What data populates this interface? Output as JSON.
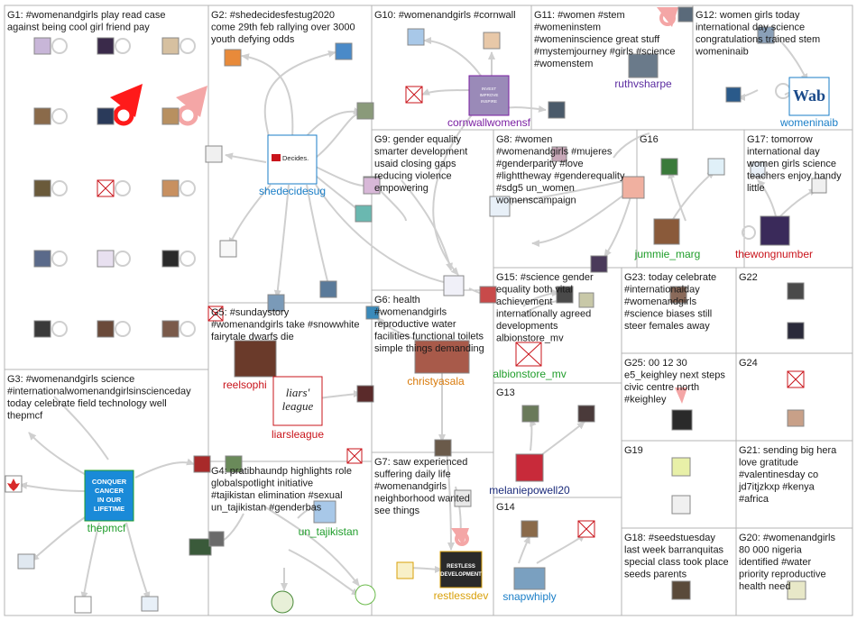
{
  "groups": [
    {
      "id": "G1",
      "lines": [
        "G1: #womenandgirls play read case",
        "against being cool girl friend pay"
      ]
    },
    {
      "id": "G2",
      "lines": [
        "G2: #shedecidesfestug2020",
        "come 29th feb rallying over 3000",
        "youth defying odds"
      ]
    },
    {
      "id": "G10",
      "lines": [
        "G10: #womenandgirls #cornwall"
      ]
    },
    {
      "id": "G11",
      "lines": [
        "G11: #women #stem",
        "#womeninstem",
        "#womeninscience great stuff",
        "#mystemjourney #girls #science",
        "#womenstem"
      ]
    },
    {
      "id": "G12",
      "lines": [
        "G12: women girls today",
        "international day science",
        "congratulations trained stem",
        "womeninaib"
      ]
    },
    {
      "id": "G9",
      "lines": [
        "G9: gender equality",
        "smarter development",
        "usaid closing gaps",
        "reducing violence",
        "empowering"
      ]
    },
    {
      "id": "G8",
      "lines": [
        "G8: #women",
        "#womenandgirls #mujeres",
        "#genderparity #love",
        "#lighttheway #genderequality",
        "#sdg5 un_women",
        "womenscampaign"
      ]
    },
    {
      "id": "G16",
      "lines": [
        "G16"
      ]
    },
    {
      "id": "G17",
      "lines": [
        "G17: tomorrow",
        "international day",
        "women girls science",
        "teachers enjoy handy",
        "little"
      ]
    },
    {
      "id": "G5",
      "lines": [
        "G5: #sundaystory",
        "#womenandgirls take #snowwhite",
        "fairytale dwarfs die"
      ]
    },
    {
      "id": "G6",
      "lines": [
        "G6: health",
        "#womenandgirls",
        "reproductive water",
        "facilities functional toilets",
        "simple things demanding"
      ]
    },
    {
      "id": "G15",
      "lines": [
        "G15: #science gender",
        "equality both vital",
        "achievement",
        "internationally agreed",
        "developments",
        "albionstore_mv"
      ]
    },
    {
      "id": "G23",
      "lines": [
        "G23: today celebrate",
        "#internationalday",
        "#womenandgirls",
        "#science biases still",
        "steer females away"
      ]
    },
    {
      "id": "G22",
      "lines": [
        "G22"
      ]
    },
    {
      "id": "G3",
      "lines": [
        "G3: #womenandgirls science",
        "#internationalwomenandgirlsinscienceday",
        "today celebrate field technology well",
        "thepmcf"
      ]
    },
    {
      "id": "G13",
      "lines": [
        "G13"
      ]
    },
    {
      "id": "G25",
      "lines": [
        "G25: 00 12 30",
        "e5_keighley next steps",
        "civic centre north",
        "#keighley"
      ]
    },
    {
      "id": "G24",
      "lines": [
        "G24"
      ]
    },
    {
      "id": "G4",
      "lines": [
        "G4: pratibhaundp highlights role",
        "globalspotlight initiative",
        "#tajikistan elimination #sexual",
        "un_tajikistan #genderbas"
      ]
    },
    {
      "id": "G7",
      "lines": [
        "G7: saw experienced",
        "suffering daily life",
        "#womenandgirls",
        "neighborhood wanted",
        "see things"
      ]
    },
    {
      "id": "G19",
      "lines": [
        "G19"
      ]
    },
    {
      "id": "G21",
      "lines": [
        "G21: sending big hera",
        "love gratitude",
        "#valentinesday co",
        "jd7itjzkxp #kenya",
        "#africa"
      ]
    },
    {
      "id": "G14",
      "lines": [
        "G14"
      ]
    },
    {
      "id": "G18",
      "lines": [
        "G18: #seedstuesday",
        "last week barranquitas",
        "special class took place",
        "seeds parents"
      ]
    },
    {
      "id": "G20",
      "lines": [
        "G20: #womenandgirls",
        "80 000 nigeria",
        "identified #water",
        "priority reproductive",
        "health need"
      ]
    }
  ],
  "labeled_nodes": [
    {
      "id": "shedecidesug",
      "label": "shedecidesug",
      "color": "#1a7ec7",
      "logo": "Decides."
    },
    {
      "id": "cornwallwomensf",
      "label": "cornwallwomensf",
      "color": "#7a1fa2",
      "logo": "INVEST · IMPROVE · INSPIRE"
    },
    {
      "id": "ruthvsharpe",
      "label": "ruthvsharpe",
      "color": "#5b2ca0",
      "logo": ""
    },
    {
      "id": "womeninaib",
      "label": "womeninaib",
      "color": "#1a7ec7",
      "logo": "Wab"
    },
    {
      "id": "jummie_marg",
      "label": "jummie_marg",
      "color": "#1f9d2a",
      "logo": ""
    },
    {
      "id": "thewongnumber",
      "label": "thewongnumber",
      "color": "#c9141b",
      "logo": ""
    },
    {
      "id": "reelsophi",
      "label": "reelsophi",
      "color": "#c9141b",
      "logo": ""
    },
    {
      "id": "liarsleague",
      "label": "liarsleague",
      "color": "#c9141b",
      "logo": "liars' league"
    },
    {
      "id": "christyasala",
      "label": "christyasala",
      "color": "#d97a0a",
      "logo": ""
    },
    {
      "id": "albionstore_mv",
      "label": "albionstore_mv",
      "color": "#1f9d2a",
      "logo": ""
    },
    {
      "id": "thepmcf",
      "label": "thepmcf",
      "color": "#1f9d2a",
      "logo": "CONQUER CANCER IN OUR LIFETIME"
    },
    {
      "id": "un_tajikistan",
      "label": "un_tajikistan",
      "color": "#1f9d2a",
      "logo": ""
    },
    {
      "id": "melaniepowell20",
      "label": "melaniepowell20",
      "color": "#1a2a7a",
      "logo": ""
    },
    {
      "id": "restlessdev",
      "label": "restlessdev",
      "color": "#d9a00a",
      "logo": "RESTLESS DEVELOPMENT"
    },
    {
      "id": "snapwhiply",
      "label": "snapwhiply",
      "color": "#1a7ec7",
      "logo": ""
    }
  ],
  "colors": {
    "edge": "#cfcfcf",
    "border": "#b4b4b4",
    "label_text": "#1a1a1a",
    "highlight_red": "#ff1a1a",
    "highlight_pink": "#f4a6a6"
  }
}
